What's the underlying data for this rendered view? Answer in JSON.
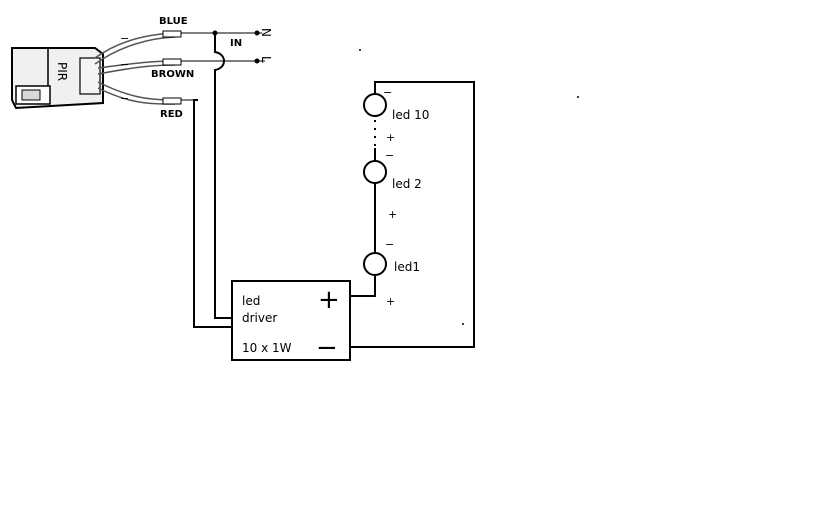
{
  "sensor": {
    "label": "PIR"
  },
  "wires": {
    "blue": "BLUE",
    "brown": "BROWN",
    "red": "RED"
  },
  "mains": {
    "label": "IN",
    "neutral": "N",
    "live": "L"
  },
  "driver": {
    "line1": "led",
    "line2": "driver",
    "rating": "10 x 1W",
    "plus": "+",
    "minus": "−"
  },
  "leds": [
    {
      "label": "led 10",
      "minus": "−",
      "plus": "+"
    },
    {
      "label": "led 2",
      "minus": "−",
      "plus": "+"
    },
    {
      "label": "led1",
      "minus": "−",
      "plus": "+"
    }
  ]
}
